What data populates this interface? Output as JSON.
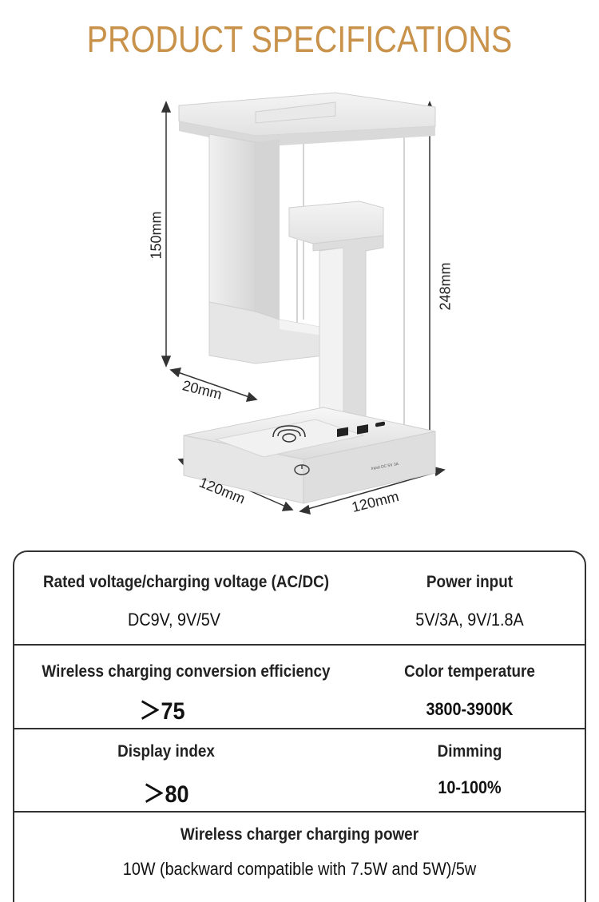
{
  "colors": {
    "title": "#c9924a",
    "border": "#333333",
    "dimension_line": "#333333"
  },
  "header": {
    "title": "PRODUCT SPECIFICATIONS"
  },
  "product": {
    "dimensions": {
      "height_left": "150mm",
      "height_right": "248mm",
      "depth_top": "20mm",
      "base_left": "120mm",
      "base_right": "120mm"
    },
    "port_label": "Input DC 5V 3A"
  },
  "specs": {
    "row1": {
      "left_label": "Rated voltage/charging voltage (AC/DC)",
      "left_value": "DC9V, 9V/5V",
      "right_label": "Power input",
      "right_value": "5V/3A, 9V/1.8A"
    },
    "row2": {
      "left_label": "Wireless charging conversion efficiency",
      "left_value": "＞75",
      "right_label": "Color temperature",
      "right_value": "3800-3900K"
    },
    "row3": {
      "left_label": "Display index",
      "left_value": "＞80",
      "right_label": "Dimming",
      "right_value": "10-100%"
    },
    "row4": {
      "label": "Wireless charger charging power",
      "value": "10W (backward compatible with 7.5W and 5W)/5w"
    }
  }
}
